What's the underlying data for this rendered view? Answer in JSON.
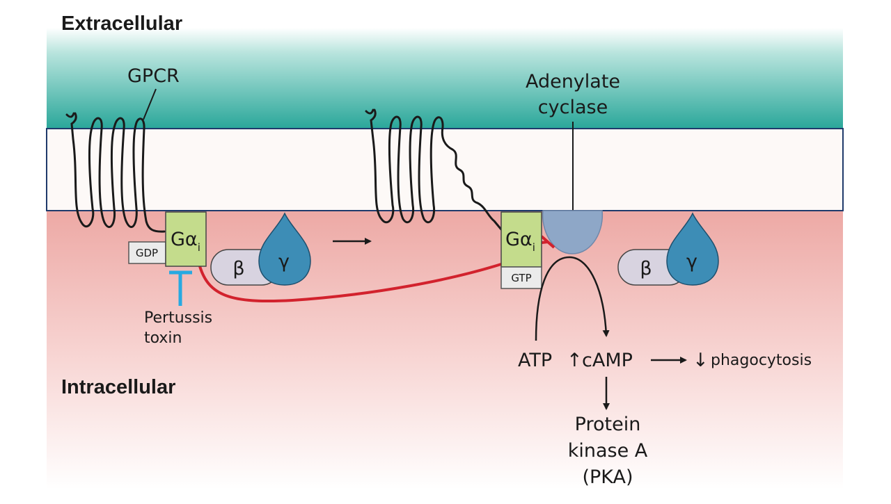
{
  "regions": {
    "extracellular": "Extracellular",
    "intracellular": "Intracellular"
  },
  "labels": {
    "gpcr": "GPCR",
    "adenylate_line1": "Adenylate",
    "adenylate_line2": "cyclase",
    "pertussis_line1": "Pertussis",
    "pertussis_line2": "toxin",
    "atp": "ATP",
    "camp_arrow": "↑",
    "camp": "cAMP",
    "phago_arrow": "↓",
    "phagocytosis": "phagocytosis",
    "pka_line1": "Protein",
    "pka_line2": "kinase A",
    "pka_line3": "(PKA)"
  },
  "inactive_complex": {
    "galpha": "Gα",
    "galpha_sub": "i",
    "nucleotide": "GDP",
    "beta": "β",
    "gamma": "γ"
  },
  "active_complex": {
    "galpha": "Gα",
    "galpha_sub": "i",
    "nucleotide": "GTP",
    "beta": "β",
    "gamma": "γ"
  },
  "colors": {
    "extracellular_top": "#2aa79a",
    "intracellular_top": "#eda9a5",
    "galpha_fill": "#c4dc8c",
    "beta_fill": "#d8d3e0",
    "gamma_fill": "#3d8db6",
    "cyclase_fill": "#8ea7c7",
    "inhibition_red": "#d2222d",
    "toxin_blue": "#27a9e1"
  }
}
